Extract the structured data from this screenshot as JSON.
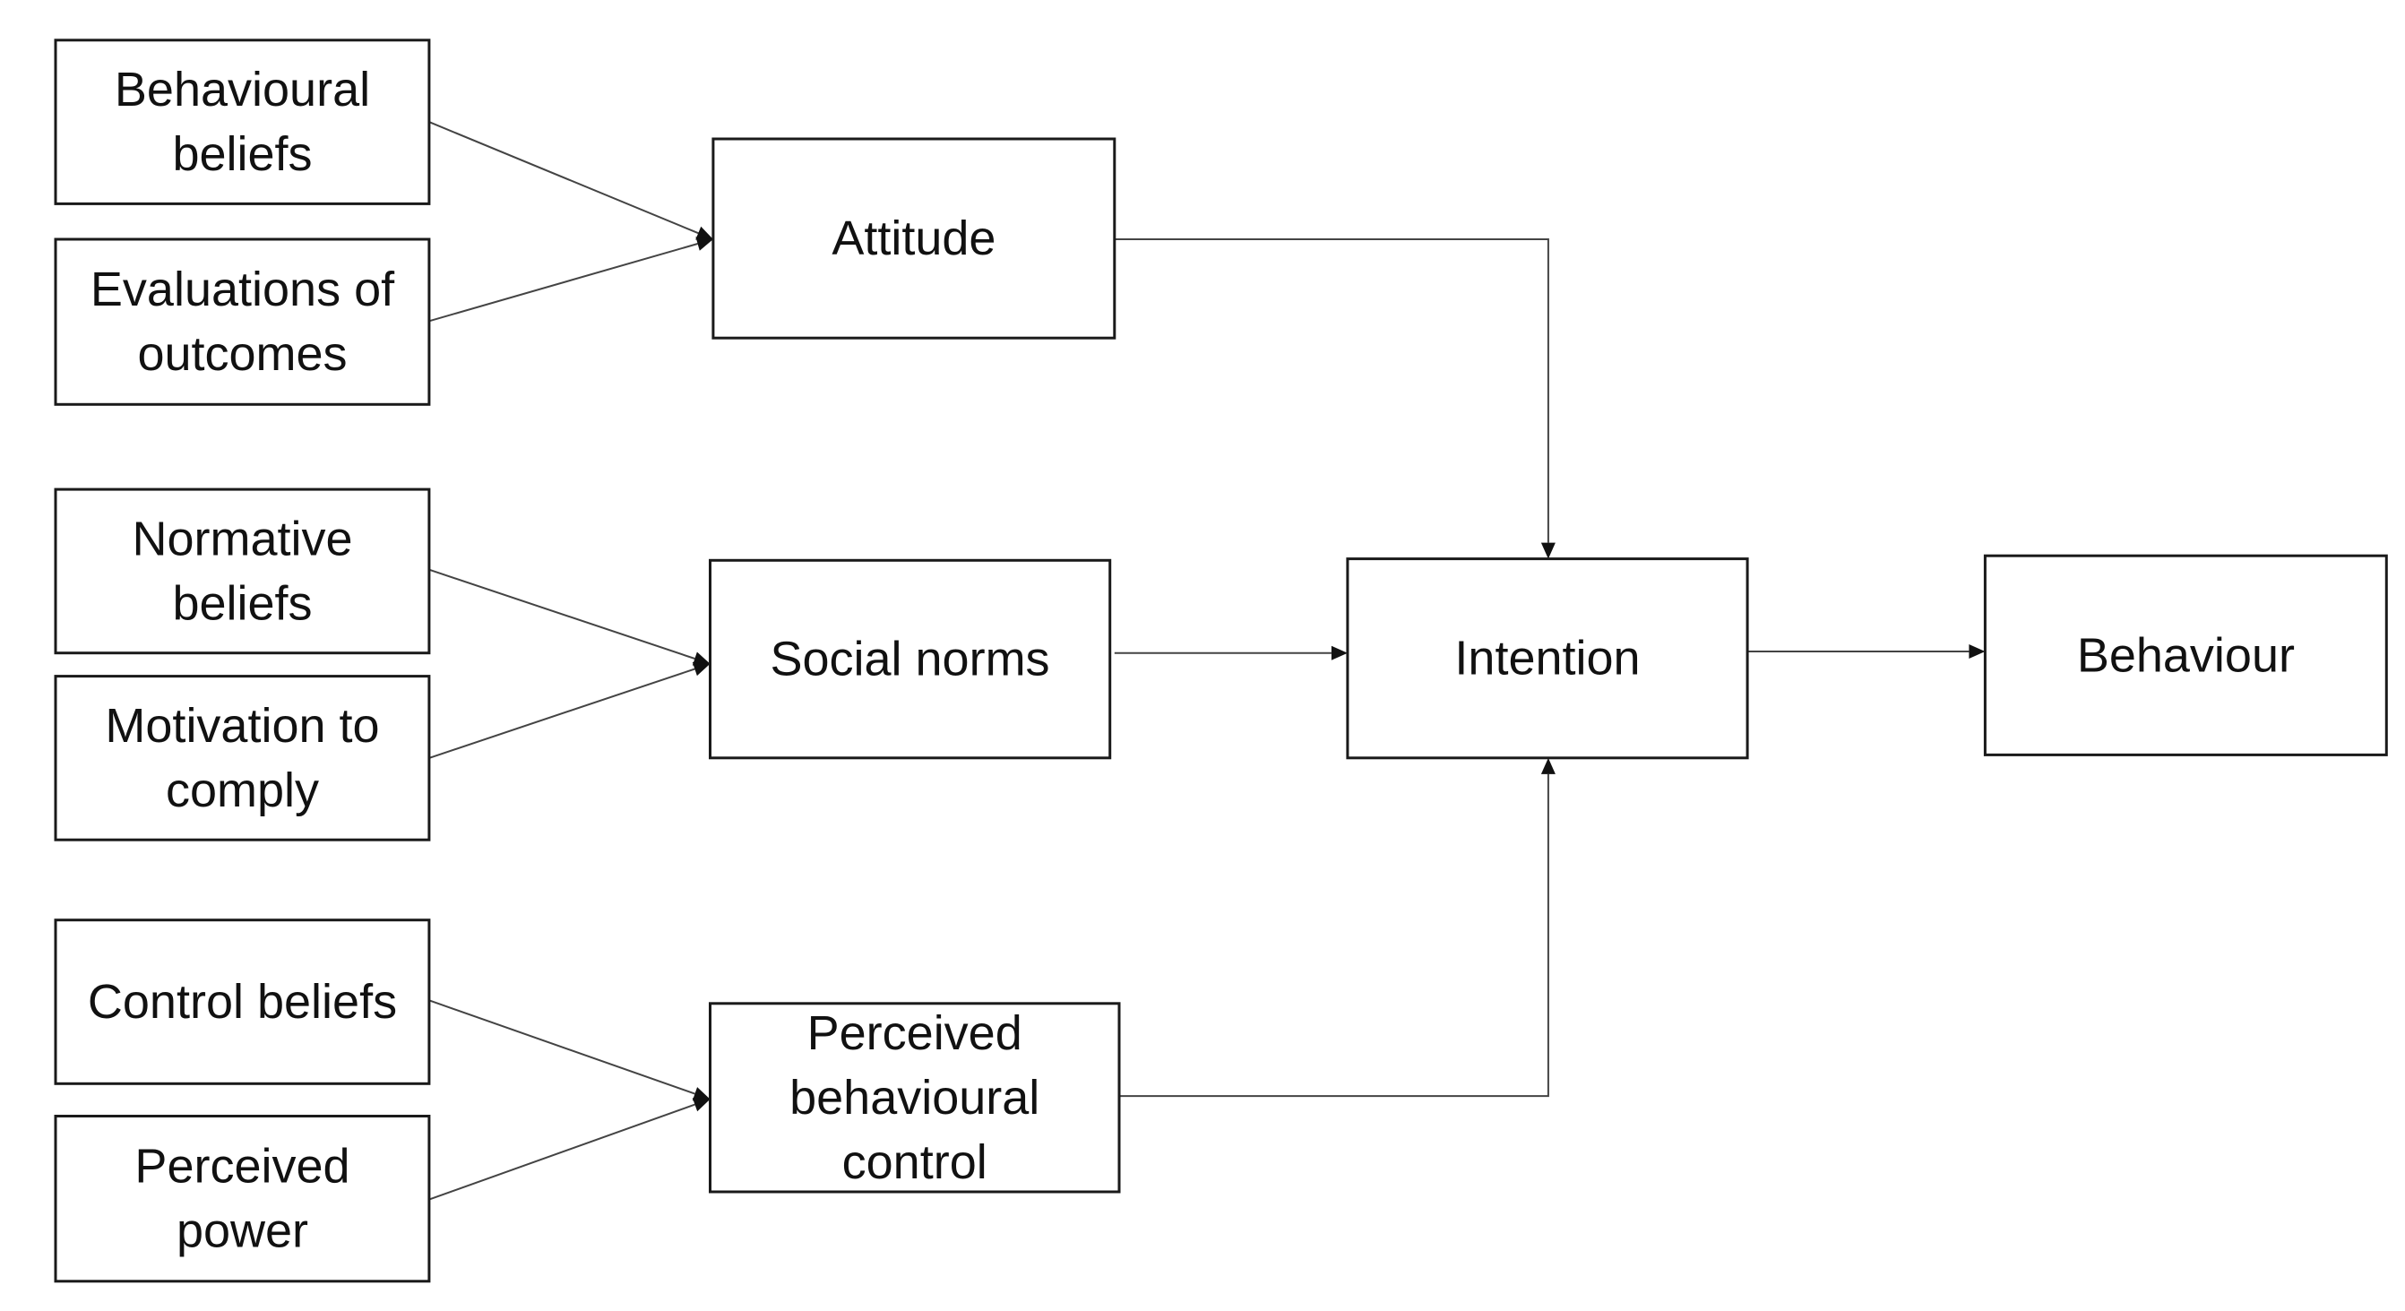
{
  "diagram": {
    "nodes": [
      {
        "id": "behavioural_beliefs",
        "lines": [
          "Behavioural",
          "beliefs"
        ]
      },
      {
        "id": "evaluations_of_outcomes",
        "lines": [
          "Evaluations of",
          "outcomes"
        ]
      },
      {
        "id": "normative_beliefs",
        "lines": [
          "Normative",
          "beliefs"
        ]
      },
      {
        "id": "motivation_to_comply",
        "lines": [
          "Motivation to",
          "comply"
        ]
      },
      {
        "id": "control_beliefs",
        "lines": [
          "Control beliefs"
        ]
      },
      {
        "id": "perceived_power",
        "lines": [
          "Perceived",
          "power"
        ]
      },
      {
        "id": "attitude",
        "lines": [
          "Attitude"
        ]
      },
      {
        "id": "social_norms",
        "lines": [
          "Social norms"
        ]
      },
      {
        "id": "perceived_behavioural_control",
        "lines": [
          "Perceived",
          "behavioural",
          "control"
        ]
      },
      {
        "id": "intention",
        "lines": [
          "Intention"
        ]
      },
      {
        "id": "behaviour",
        "lines": [
          "Behaviour"
        ]
      }
    ],
    "edges": [
      {
        "from": "behavioural_beliefs",
        "to": "attitude"
      },
      {
        "from": "evaluations_of_outcomes",
        "to": "attitude"
      },
      {
        "from": "normative_beliefs",
        "to": "social_norms"
      },
      {
        "from": "motivation_to_comply",
        "to": "social_norms"
      },
      {
        "from": "control_beliefs",
        "to": "perceived_behavioural_control"
      },
      {
        "from": "perceived_power",
        "to": "perceived_behavioural_control"
      },
      {
        "from": "attitude",
        "to": "intention"
      },
      {
        "from": "social_norms",
        "to": "intention"
      },
      {
        "from": "perceived_behavioural_control",
        "to": "intention"
      },
      {
        "from": "intention",
        "to": "behaviour"
      }
    ]
  }
}
